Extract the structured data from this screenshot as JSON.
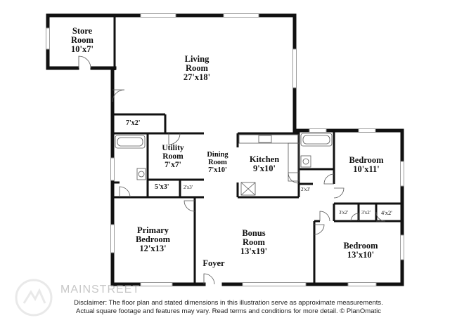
{
  "rooms": {
    "store_room": {
      "name_line1": "Store",
      "name_line2": "Room",
      "dims": "10'x7'"
    },
    "living_room": {
      "name_line1": "Living",
      "name_line2": "Room",
      "dims": "27'x18'"
    },
    "utility_room": {
      "name_line1": "Utility",
      "name_line2": "Room",
      "dims": "7'x7'"
    },
    "dining_room": {
      "name_line1": "Dining",
      "name_line2": "Room",
      "dims": "7'x10'"
    },
    "kitchen": {
      "name_line1": "Kitchen",
      "dims": "9'x10'"
    },
    "bedroom_upper": {
      "name_line1": "Bedroom",
      "dims": "10'x11'"
    },
    "primary_bedroom": {
      "name_line1": "Primary",
      "name_line2": "Bedroom",
      "dims": "12'x13'"
    },
    "bonus_room": {
      "name_line1": "Bonus",
      "name_line2": "Room",
      "dims": "13'x19'"
    },
    "bedroom_lower": {
      "name_line1": "Bedroom",
      "dims": "13'x10'"
    },
    "foyer": {
      "name_line1": "Foyer"
    }
  },
  "closets": {
    "hall_7x2": "7'x2'",
    "util_5x3": "5'x3'",
    "util_2x3": "2'x3'",
    "kitchen_2x3": "2'x3'",
    "bed_3x2_a": "3'x2'",
    "bed_3x2_b": "3'x2'",
    "bed_4x2": "4'x2'"
  },
  "disclaimer": {
    "line1": "Disclaimer: The floor plan and stated dimensions in this illustration serve as approximate measurements.",
    "line2": "Actual square footage and features may vary. Read terms and conditions for more detail. © PlanOmatic"
  },
  "watermark": {
    "text": "MAINSTREET"
  },
  "colors": {
    "wall": "#111111",
    "window": "#9a9a9a",
    "fixture": "#555555"
  }
}
